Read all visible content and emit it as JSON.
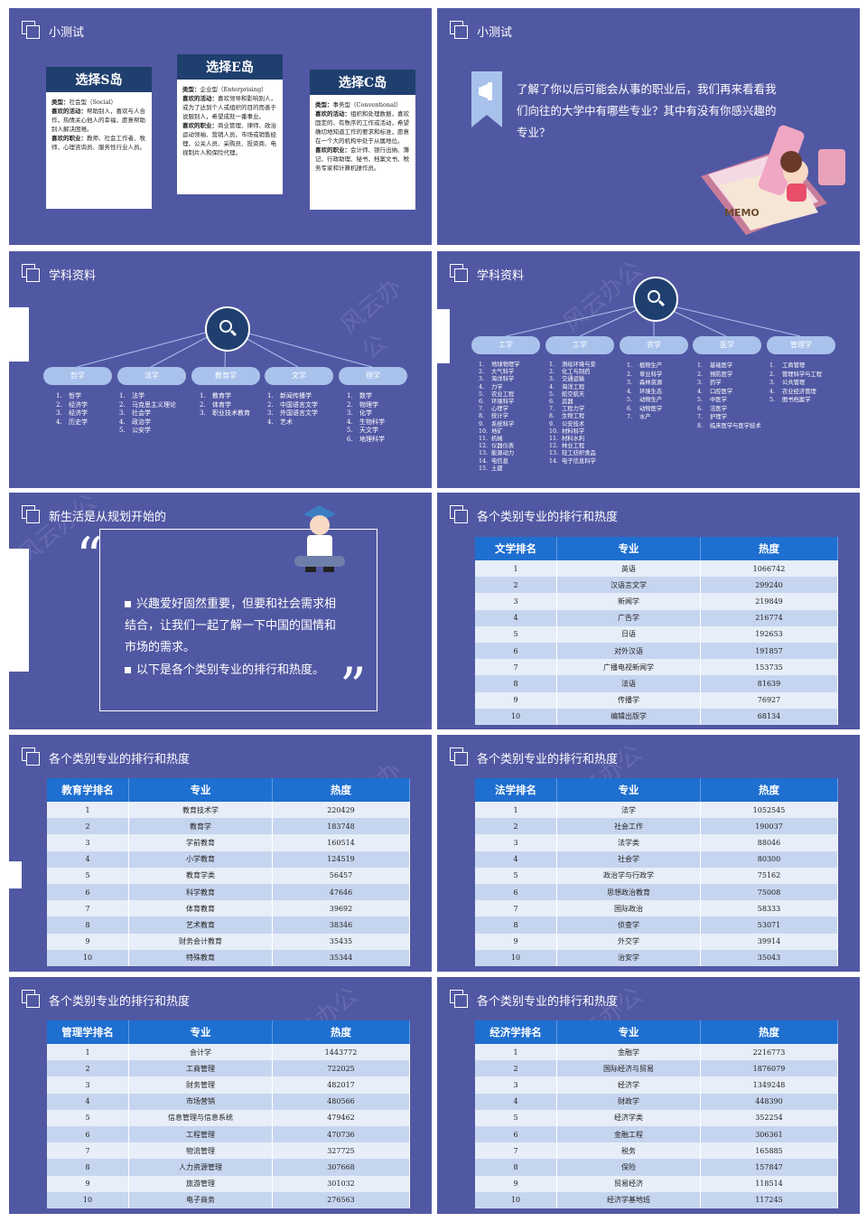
{
  "slide1": {
    "title": "小测试",
    "cards": [
      {
        "head": "选择S岛",
        "lines": [
          [
            "类型：",
            "社会型（Social）"
          ],
          [
            "喜欢的活动：",
            "帮助别人，喜欢与人合作，热情关心他人的幸福，愿意帮助别人解决困难。"
          ],
          [
            "喜欢的职业：",
            "教师、社会工作者、牧师、心理咨询员、服务性行业人员。"
          ]
        ]
      },
      {
        "head": "选择E岛",
        "lines": [
          [
            "类型：",
            "企业型（Enterprising）"
          ],
          [
            "喜欢的活动：",
            "喜欢领导和影响别人，或为了达到个人或组织的目的而善于说服别人，希望成就一番事业。"
          ],
          [
            "喜欢的职业：",
            "商业管理、律师、政治运动领袖、营销人员、市场或销售经理、公关人员、采购员、投资商、电视制片人和保险代理。"
          ]
        ]
      },
      {
        "head": "选择C岛",
        "lines": [
          [
            "类型：",
            "事务型（Conventional）"
          ],
          [
            "喜欢的活动：",
            "组织和处理数据，喜欢固定的、有秩序的工作或活动，希望确切地知道工作的要求和标准，愿意在一个大的机构中处于从属地位。"
          ],
          [
            "喜欢的职业：",
            "会计师、银行出纳、簿记、行政助理、秘书、档案文书、税务专家和计算机操作员。"
          ]
        ]
      }
    ]
  },
  "slide2": {
    "title": "小测试",
    "text": "了解了你以后可能会从事的职业后，我们再来看看我们向往的大学中有哪些专业？其中有没有你感兴趣的专业？",
    "memo": "MEMO"
  },
  "slide3": {
    "title": "学科资料",
    "groups": [
      {
        "name": "哲学",
        "items": [
          "哲学",
          "经济学",
          "经济学",
          "历史学"
        ]
      },
      {
        "name": "法学",
        "items": [
          "法学",
          "马克思主义理论",
          "社会学",
          "政治学",
          "公安学"
        ]
      },
      {
        "name": "教育学",
        "items": [
          "教育学",
          "体育学",
          "职业技术教育"
        ]
      },
      {
        "name": "文学",
        "items": [
          "新闻传播学",
          "中国语言文学",
          "外国语言文学",
          "艺术"
        ]
      },
      {
        "name": "理学",
        "items": [
          "数学",
          "物理学",
          "化学",
          "生物科学",
          "天文学",
          "地理科学"
        ]
      }
    ]
  },
  "slide4": {
    "title": "学科资料",
    "groups": [
      {
        "name": "工学",
        "items": [
          "地球物理学",
          "大气科学",
          "海洋科学",
          "力学",
          "农业工程",
          "环境科学",
          "心理学",
          "统计学",
          "系统科学",
          "地矿",
          "机械",
          "仪器仪表",
          "能源动力",
          "电信息",
          "土建"
        ]
      },
      {
        "name": "工学",
        "items": [
          "测绘环境与安",
          "化工与制药",
          "交通运输",
          "海洋工程",
          "航空航天",
          "武器",
          "工程力学",
          "生物工程",
          "公安技术",
          "材料科学",
          "材料水利",
          "林业工程",
          "轻工纺织食品",
          "电子信息科学"
        ]
      },
      {
        "name": "农学",
        "items": [
          "植物生产",
          "草业科学",
          "森林资源",
          "环境生态",
          "动物生产",
          "动物医学",
          "水产"
        ]
      },
      {
        "name": "医学",
        "items": [
          "基础医学",
          "预防医学",
          "药学",
          "口腔医学",
          "中医学",
          "法医学",
          "护理学",
          "临床医学与医学技术"
        ]
      },
      {
        "name": "管理学",
        "items": [
          "工商管理",
          "管理科学与工程",
          "公共管理",
          "农业经济管理",
          "图书档案学"
        ]
      }
    ]
  },
  "slide5": {
    "title": "新生活是从规划开始的",
    "bullets": [
      "兴趣爱好固然重要，但要和社会需求相结合，让我们一起了解一下中国的国情和市场的需求。",
      "以下是各个类别专业的排行和热度。"
    ]
  },
  "tables": [
    {
      "title": "各个类别专业的排行和热度",
      "headers": [
        "文学排名",
        "专业",
        "热度"
      ],
      "rows": [
        [
          "1",
          "英语",
          "1066742"
        ],
        [
          "2",
          "汉语言文学",
          "299240"
        ],
        [
          "3",
          "新闻学",
          "219849"
        ],
        [
          "4",
          "广告学",
          "216774"
        ],
        [
          "5",
          "日语",
          "192653"
        ],
        [
          "6",
          "对外汉语",
          "191857"
        ],
        [
          "7",
          "广播电视新闻学",
          "153735"
        ],
        [
          "8",
          "法语",
          "81639"
        ],
        [
          "9",
          "传播学",
          "76927"
        ],
        [
          "10",
          "编辑出版学",
          "68134"
        ]
      ]
    },
    {
      "title": "各个类别专业的排行和热度",
      "headers": [
        "教育学排名",
        "专业",
        "热度"
      ],
      "rows": [
        [
          "1",
          "教育技术学",
          "220429"
        ],
        [
          "2",
          "教育学",
          "183748"
        ],
        [
          "3",
          "学前教育",
          "160514"
        ],
        [
          "4",
          "小学教育",
          "124519"
        ],
        [
          "5",
          "教育学类",
          "56457"
        ],
        [
          "6",
          "科学教育",
          "47646"
        ],
        [
          "7",
          "体育教育",
          "39692"
        ],
        [
          "8",
          "艺术教育",
          "38346"
        ],
        [
          "9",
          "财务会计教育",
          "35435"
        ],
        [
          "10",
          "特殊教育",
          "35344"
        ]
      ]
    },
    {
      "title": "各个类别专业的排行和热度",
      "headers": [
        "法学排名",
        "专业",
        "热度"
      ],
      "rows": [
        [
          "1",
          "法学",
          "1052545"
        ],
        [
          "2",
          "社会工作",
          "190037"
        ],
        [
          "3",
          "法学类",
          "88046"
        ],
        [
          "4",
          "社会学",
          "80300"
        ],
        [
          "5",
          "政治学与行政学",
          "75162"
        ],
        [
          "6",
          "思想政治教育",
          "75008"
        ],
        [
          "7",
          "国际政治",
          "58333"
        ],
        [
          "8",
          "侦查学",
          "53071"
        ],
        [
          "9",
          "外交学",
          "39914"
        ],
        [
          "10",
          "治安学",
          "35043"
        ]
      ]
    },
    {
      "title": "各个类别专业的排行和热度",
      "headers": [
        "管理学排名",
        "专业",
        "热度"
      ],
      "rows": [
        [
          "1",
          "会计学",
          "1443772"
        ],
        [
          "2",
          "工商管理",
          "722025"
        ],
        [
          "3",
          "财务管理",
          "482017"
        ],
        [
          "4",
          "市场营销",
          "480566"
        ],
        [
          "5",
          "信息管理与信息系统",
          "479462"
        ],
        [
          "6",
          "工程管理",
          "470736"
        ],
        [
          "7",
          "物流管理",
          "327725"
        ],
        [
          "8",
          "人力资源管理",
          "307668"
        ],
        [
          "9",
          "旅游管理",
          "301032"
        ],
        [
          "10",
          "电子商务",
          "276563"
        ]
      ]
    },
    {
      "title": "各个类别专业的排行和热度",
      "headers": [
        "经济学排名",
        "专业",
        "热度"
      ],
      "rows": [
        [
          "1",
          "金融学",
          "2216773"
        ],
        [
          "2",
          "国际经济与贸易",
          "1876079"
        ],
        [
          "3",
          "经济学",
          "1349248"
        ],
        [
          "4",
          "财政学",
          "448390"
        ],
        [
          "5",
          "经济学类",
          "352254"
        ],
        [
          "6",
          "金融工程",
          "306361"
        ],
        [
          "7",
          "税务",
          "165885"
        ],
        [
          "8",
          "保险",
          "157847"
        ],
        [
          "9",
          "贸易经济",
          "118514"
        ],
        [
          "10",
          "经济学基地班",
          "117245"
        ]
      ]
    }
  ],
  "colors": {
    "slide_bg": "#5158a3",
    "dark_blue": "#1f3f6e",
    "header_blue": "#1e6fd0",
    "pill": "#a9c2ec"
  }
}
